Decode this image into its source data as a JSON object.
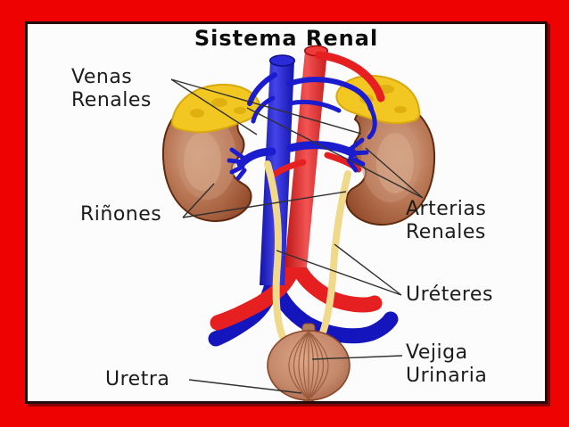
{
  "title": "Sistema Renal",
  "labels": {
    "venas_renales": "Venas Renales",
    "rinones": "Riñones",
    "arterias_renales": "Arterias Renales",
    "ureteres": "Uréteres",
    "vejiga_urinaria": "Vejiga Urinaria",
    "uretra": "Uretra"
  },
  "colors": {
    "frame_red": "#ee0202",
    "panel_border_dark": "#230d0d",
    "panel_background": "#fcfcfc",
    "vein_blue": "#1c1ccf",
    "artery_red": "#e62020",
    "kidney_brown": "#8c4424",
    "kidney_highlight": "#d8a98c",
    "adrenal_yellow": "#f2c722",
    "ureter_yellow": "#f0d98a",
    "bladder_salmon": "#c4876a",
    "label_text": "#1c1c1c",
    "leader_line": "#303030"
  }
}
